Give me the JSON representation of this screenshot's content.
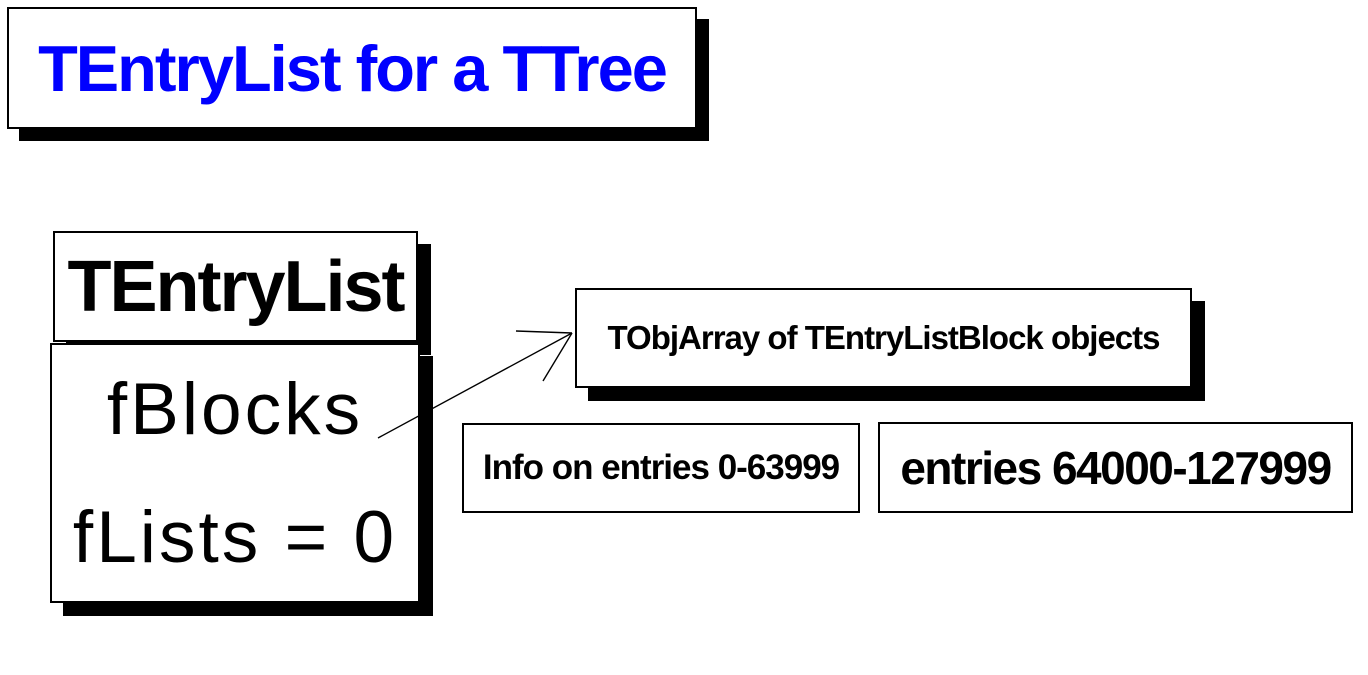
{
  "title": {
    "text": "TEntryList for a TTree",
    "color": "#0000ff"
  },
  "class_box": {
    "header": "TEntryList",
    "fields": [
      "fBlocks",
      "fLists = 0"
    ]
  },
  "tobjarray_box": {
    "label": "TObjArray of TEntryListBlock objects"
  },
  "info_box": {
    "label": "Info on entries 0-63999"
  },
  "entries_box": {
    "label": "entries 64000-127999"
  },
  "colors": {
    "background": "#ffffff",
    "border": "#000000",
    "shadow": "#000000",
    "body_text": "#000000",
    "title_blue": "#0000ff"
  }
}
